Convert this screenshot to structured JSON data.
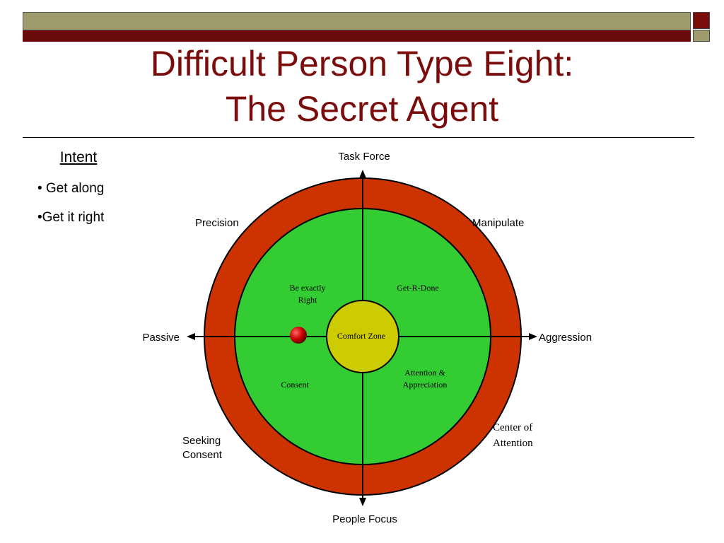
{
  "slide": {
    "title_line1": "Difficult Person Type Eight:",
    "title_line2": "The Secret Agent"
  },
  "intent": {
    "heading": "Intent",
    "bullets": [
      "• Get along",
      "•Get it right"
    ]
  },
  "diagram": {
    "axis_top": "Task Force",
    "axis_bottom": "People Focus",
    "axis_left": "Passive",
    "axis_right": "Aggression",
    "outer_top_left": "Precision",
    "outer_top_right": "Manipulate",
    "outer_bottom_left": [
      "Seeking",
      "Consent"
    ],
    "outer_bottom_right": [
      "Center of",
      "Attention"
    ],
    "quad_top_left": [
      "Be exactly",
      "Right"
    ],
    "quad_top_right": "Get-R-Done",
    "quad_bottom_left": "Consent",
    "quad_bottom_right": [
      "Attention &",
      "Appreciation"
    ],
    "center": "Comfort Zone",
    "colors": {
      "outer_ring": "#cc3300",
      "inner_circle": "#33cc33",
      "center": "#cccc00",
      "marker": "#cc0000",
      "title": "#7a0c0c"
    }
  }
}
